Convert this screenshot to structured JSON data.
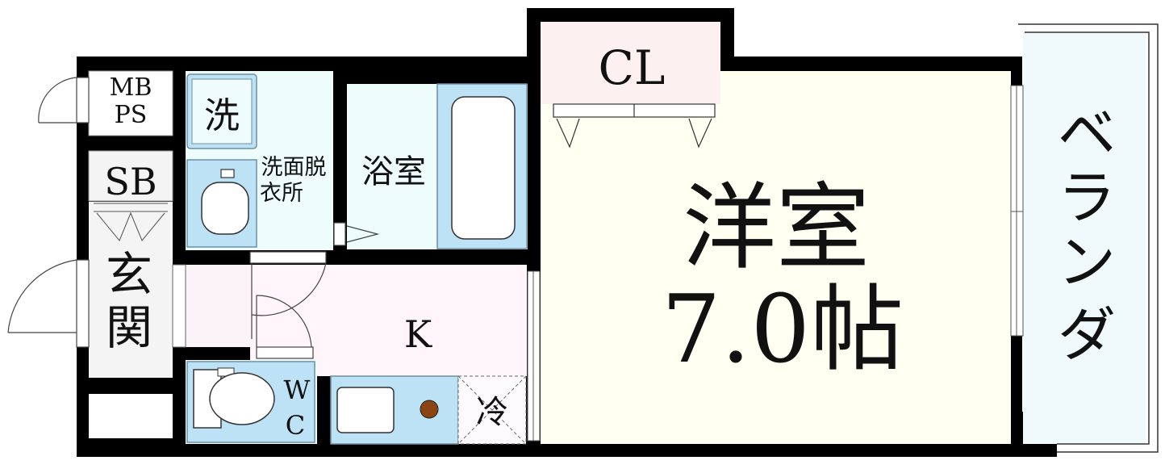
{
  "colors": {
    "wall": "#000000",
    "western_room": "#fffff2",
    "kitchen": "#fff5fa",
    "wet_area": "#eefcfc",
    "fixture": "#bde2f5",
    "closet": "#fdf0f0",
    "veranda": "#f0fafc",
    "entrance": "#f4f4f4",
    "corridor": "#fbf3f7",
    "stove": "#8b4513"
  },
  "icons": [
    "washing-machine-icon",
    "washbasin-icon",
    "bathtub-icon",
    "toilet-icon",
    "sink-icon",
    "stove-icon",
    "door-swing-icon",
    "window-icon"
  ],
  "rooms": {
    "closet": "CL",
    "western_room_name": "洋室",
    "western_room_size": "7.0帖",
    "veranda": [
      "ベ",
      "ラ",
      "ン",
      "ダ"
    ],
    "meter_box": [
      "MB",
      "PS"
    ],
    "shoe_box": "SB",
    "entrance": [
      "玄",
      "関"
    ],
    "washing_machine": "洗",
    "dressing_room": [
      "洗面脱",
      "衣所"
    ],
    "bathroom": "浴室",
    "kitchen": "K",
    "toilet": [
      "W",
      "C"
    ],
    "refrigerator": "冷"
  }
}
